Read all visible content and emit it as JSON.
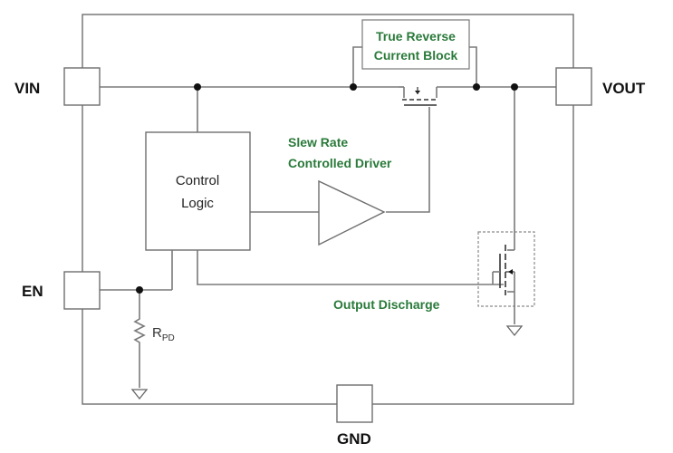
{
  "pins": {
    "vin": "VIN",
    "vout": "VOUT",
    "en": "EN",
    "gnd": "GND"
  },
  "blocks": {
    "control_logic_line1": "Control",
    "control_logic_line2": "Logic",
    "reverse_block_line1": "True Reverse",
    "reverse_block_line2": "Current Block",
    "driver_line1": "Slew Rate",
    "driver_line2": "Controlled Driver",
    "output_discharge": "Output Discharge"
  },
  "resistor": {
    "label": "R",
    "subscript": "PD"
  },
  "colors": {
    "accent_green": "#2a7a3a",
    "wire_gray": "#7a7a7a"
  }
}
